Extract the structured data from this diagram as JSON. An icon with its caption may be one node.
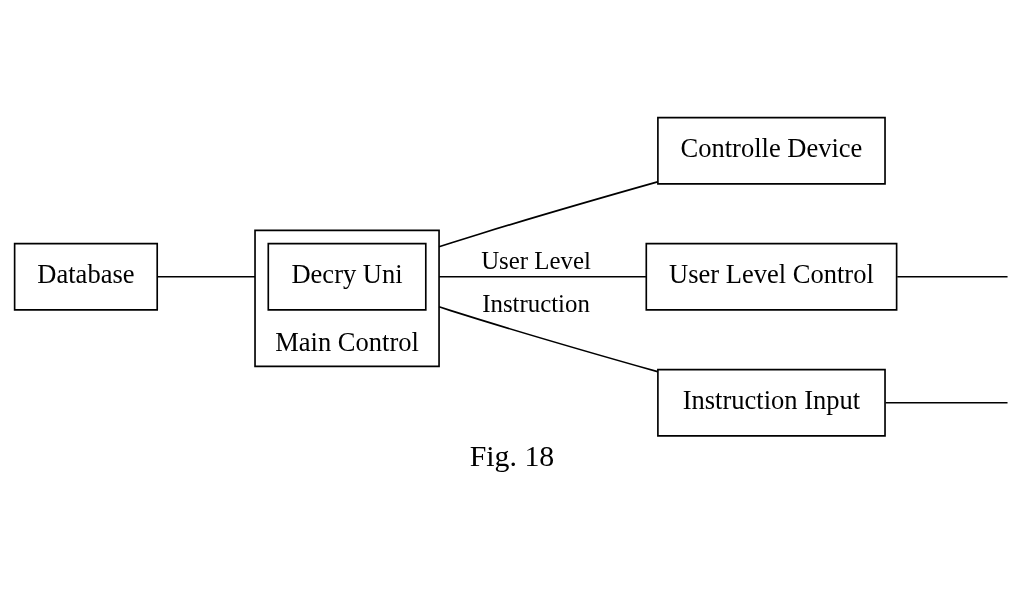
{
  "diagram": {
    "caption": "Fig. 18",
    "nodes": [
      {
        "text": [
          "Database"
        ]
      },
      {
        "text": [
          "Main Control"
        ]
      },
      {
        "text": [
          "Decry Uni"
        ],
        "in": 1
      },
      {
        "text": [
          "Controlle Device"
        ]
      },
      {
        "text": [
          "User Level Control"
        ]
      },
      {
        "text": [
          "Instruction Input"
        ]
      }
    ],
    "edges": [
      {
        "from": 0,
        "to": 1,
        "arrow": "none"
      },
      {
        "from": 1,
        "to": 3,
        "arrow": "none"
      },
      {
        "from": 1,
        "to": 4,
        "arrow": "none",
        "label": "User Level"
      },
      {
        "from": 1,
        "to": 5,
        "arrow": "none",
        "label": "Instruction"
      },
      {
        "from": 4,
        "to": null,
        "arrow": "none"
      },
      {
        "from": 5,
        "to": null,
        "arrow": "none"
      }
    ]
  }
}
